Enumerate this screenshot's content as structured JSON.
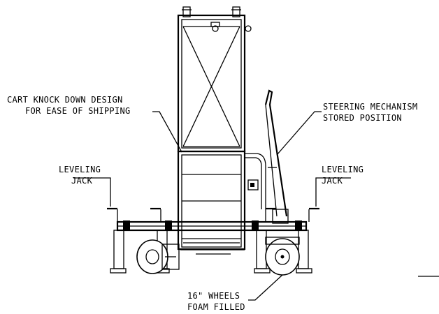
{
  "labels": {
    "cart_knockdown": [
      "CART KNOCK DOWN DESIGN",
      "FOR EASE OF SHIPPING"
    ],
    "steering": [
      "STEERING MECHANISM",
      "STORED POSITION"
    ],
    "leveling_left": [
      "LEVELING",
      "JACK"
    ],
    "leveling_right": [
      "LEVELING",
      "JACK"
    ],
    "wheels": [
      "16\" WHEELS",
      "FOAM FILLED"
    ]
  },
  "colors": {
    "line": "#000000",
    "background": "#ffffff"
  }
}
